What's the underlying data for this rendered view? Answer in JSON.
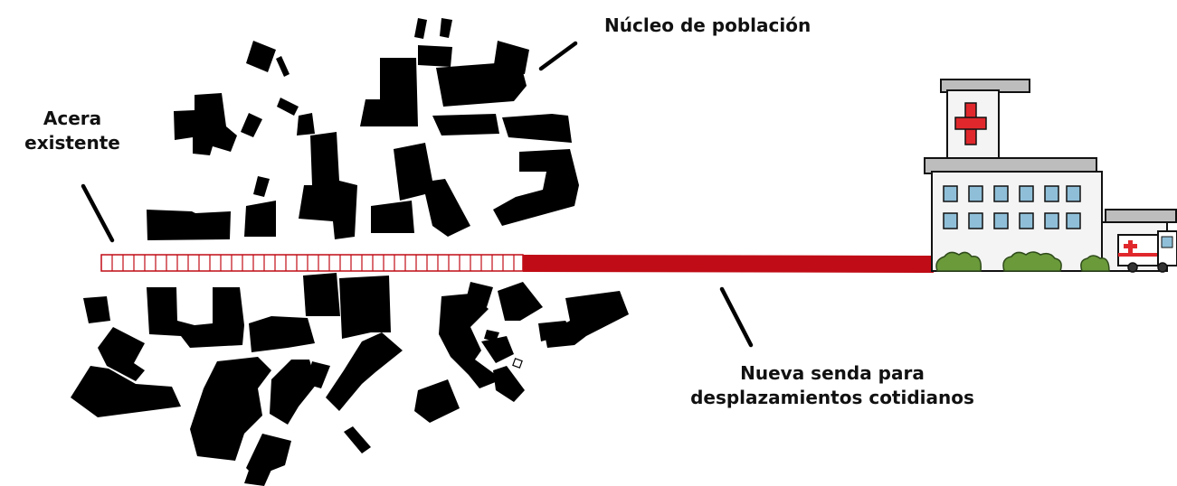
{
  "labels": {
    "nucleo": "Núcleo de población",
    "acera_line1": "Acera",
    "acera_line2": "existente",
    "senda_line1": "Nueva senda para",
    "senda_line2": "desplazamientos cotidianos"
  },
  "colors": {
    "path_red": "#c00c16",
    "building": "#000000",
    "hedge": "#6a9a3a",
    "hospital_wall": "#f4f4f4",
    "roof": "#bdbdbd",
    "window": "#8fbfd8",
    "cross": "#e0282c"
  },
  "icons": {
    "hospital": "hospital-icon",
    "ambulance": "ambulance-icon"
  }
}
